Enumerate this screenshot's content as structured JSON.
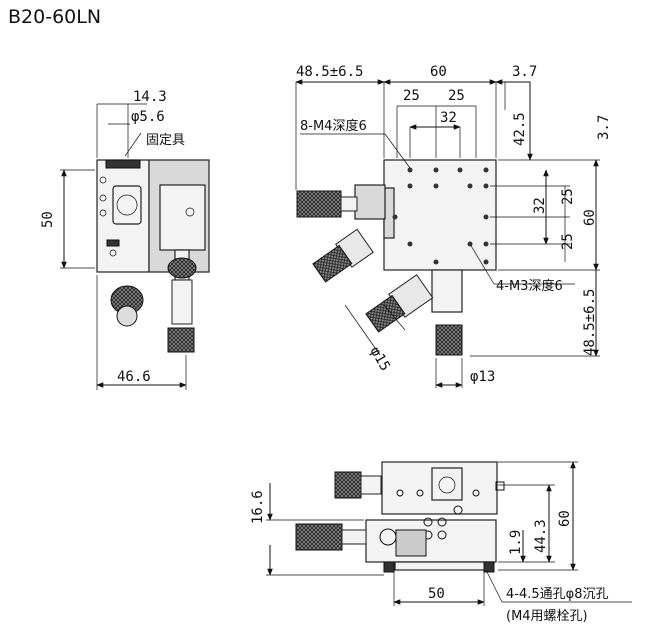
{
  "title": "B20-60LN",
  "side_view": {
    "dims": {
      "top1": "14.3",
      "top2": "φ5.6",
      "height": "50",
      "bottom": "46.6"
    },
    "labels": {
      "clamp": "固定具"
    }
  },
  "top_view": {
    "dims": {
      "d_left": "48.5±6.5",
      "d_width": "60",
      "d_right": "3.7",
      "d_25a": "25",
      "d_25b": "25",
      "d_32h": "32",
      "d_425": "42.5",
      "d_37v": "3.7",
      "d_25c": "25",
      "d_32v": "32",
      "d_25d": "25",
      "d_60v": "60",
      "d_485v": "48.5±6.5",
      "d_phi15": "φ15",
      "d_phi13": "φ13"
    },
    "labels": {
      "tap_top": "8-M4深度6",
      "tap_bottom": "4-M3深度6"
    }
  },
  "front_view": {
    "dims": {
      "d_166": "16.6",
      "d_19": "1.9",
      "d_443": "44.3",
      "d_60": "60",
      "d_50": "50"
    },
    "labels": {
      "hole_note": "4-4.5通孔φ8沉孔",
      "hole_sub": "(M4用螺栓孔)"
    }
  }
}
